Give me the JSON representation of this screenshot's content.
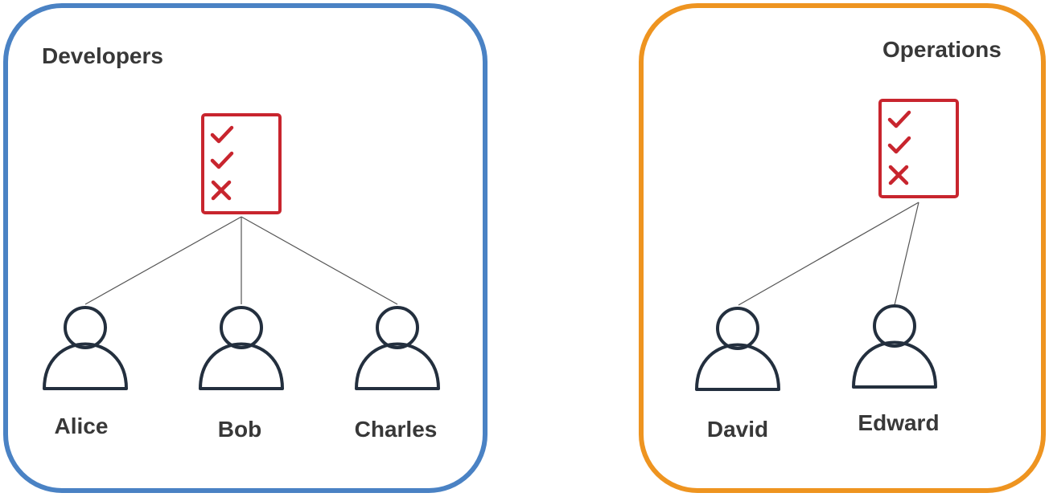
{
  "groups": [
    {
      "title": "Developers",
      "color": "#4a82c4",
      "policy_icon": "checklist-icon",
      "users": [
        {
          "name": "Alice",
          "icon": "user-icon"
        },
        {
          "name": "Bob",
          "icon": "user-icon"
        },
        {
          "name": "Charles",
          "icon": "user-icon"
        }
      ]
    },
    {
      "title": "Operations",
      "color": "#ee9420",
      "policy_icon": "checklist-icon",
      "users": [
        {
          "name": "David",
          "icon": "user-icon"
        },
        {
          "name": "Edward",
          "icon": "user-icon"
        }
      ]
    }
  ],
  "colors": {
    "policy_red": "#c8252e",
    "user_stroke": "#232f3e",
    "connector": "#555555",
    "text": "#383838"
  }
}
